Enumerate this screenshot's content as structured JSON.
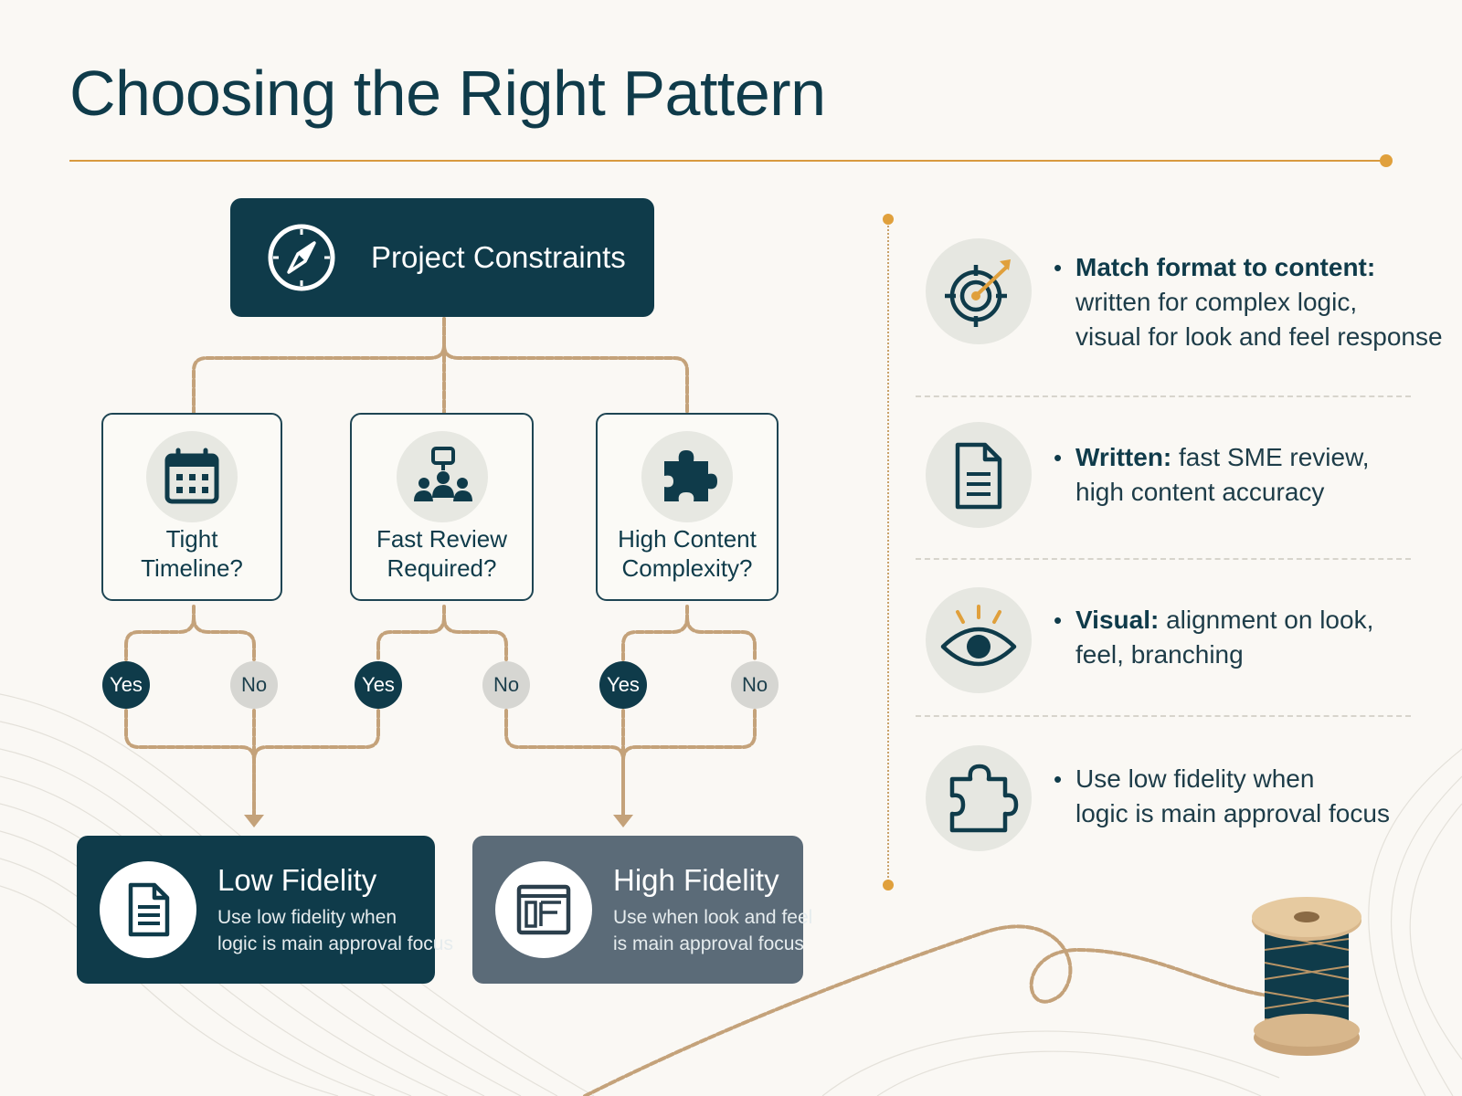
{
  "title": "Choosing the Right Pattern",
  "flow": {
    "root": {
      "label": "Project Constraints",
      "icon": "compass-icon"
    },
    "questions": [
      {
        "label_line1": "Tight",
        "label_line2": "Timeline?",
        "icon": "calendar-icon"
      },
      {
        "label_line1": "Fast Review",
        "label_line2": "Required?",
        "icon": "team-review-icon"
      },
      {
        "label_line1": "High Content",
        "label_line2": "Complexity?",
        "icon": "puzzle-piece-icon"
      }
    ],
    "answers": {
      "yes": "Yes",
      "no": "No"
    },
    "outcomes": [
      {
        "title": "Low Fidelity",
        "desc_line1": "Use low fidelity when",
        "desc_line2": "logic is main approval focus",
        "icon": "document-icon",
        "color": "#0f3b4a"
      },
      {
        "title": "High Fidelity",
        "desc_line1": "Use when look and feel",
        "desc_line2": "is main approval focus",
        "icon": "layout-icon",
        "color": "#5b6b78"
      }
    ]
  },
  "guidance": [
    {
      "icon": "target-icon",
      "bold": "Match format to content:",
      "line1_rest": "",
      "line2": "written for complex logic,",
      "line3": "visual for look and feel response"
    },
    {
      "icon": "document-icon",
      "bold": "Written:",
      "line1_rest": " fast SME review,",
      "line2": "high content accuracy",
      "line3": ""
    },
    {
      "icon": "eye-icon",
      "bold": "Visual:",
      "line1_rest": " alignment on look,",
      "line2": "feel, branching",
      "line3": ""
    },
    {
      "icon": "puzzle-piece-icon",
      "bold": "",
      "line1_rest": "Use low fidelity when",
      "line2": "logic is main approval focus",
      "line3": ""
    }
  ],
  "colors": {
    "navy": "#0f3b4a",
    "slate": "#5b6b78",
    "accent": "#e0a03c",
    "rope": "#c4a27a"
  }
}
